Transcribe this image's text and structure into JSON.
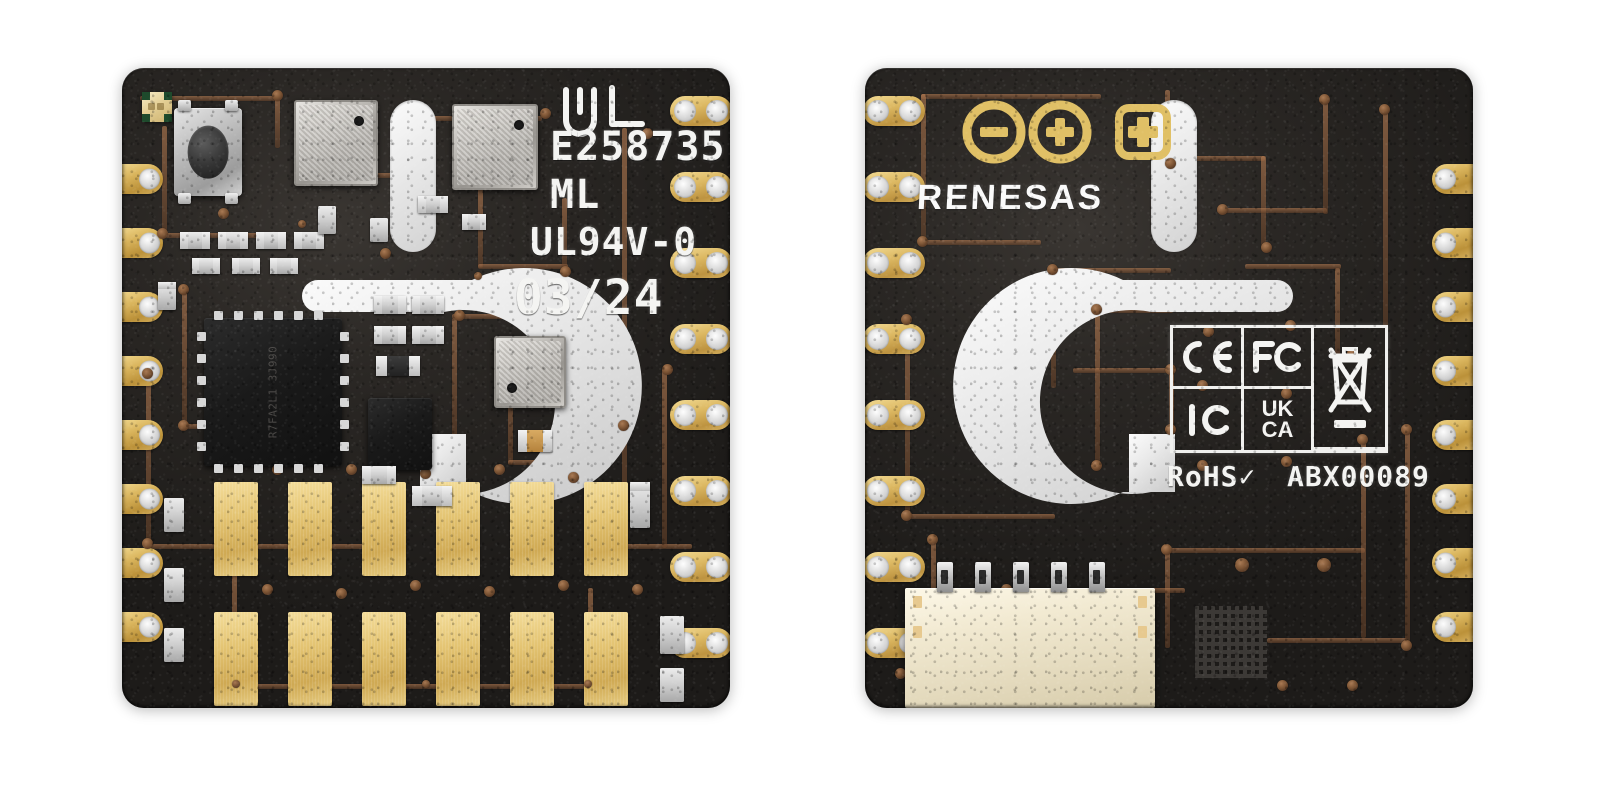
{
  "scene": {
    "description": "Product photograph of a small square Arduino sensor module PCB shown front and back on white background",
    "background_color": "#ffffff",
    "board_color": "#252220",
    "gold_pad_color": "#ddb863",
    "silkscreen_color": "#f4f4f2"
  },
  "front_board": {
    "label": "front-side",
    "silkscreen": {
      "ul_logo": "ⓊⓊ",
      "ul_file_number": "E258735",
      "ul_material": "ML",
      "ul_flammability": "UL94V-0",
      "date_code": "03/24"
    },
    "components": [
      {
        "name": "tactile-pushbutton",
        "type": "switch"
      },
      {
        "name": "rgb-led",
        "type": "led"
      },
      {
        "name": "mems-sensor-a",
        "type": "sensor-can"
      },
      {
        "name": "mems-sensor-b",
        "type": "sensor-can"
      },
      {
        "name": "mems-sensor-c",
        "type": "sensor-can"
      },
      {
        "name": "microcontroller-qfn",
        "type": "qfn-ic",
        "marking": "R7FA2L1 3J990"
      }
    ],
    "pads": {
      "bottom_rows": 2,
      "pads_per_row": 6
    },
    "edge_connectors": {
      "left_castellations": 8,
      "right_oblong_pads": 8
    }
  },
  "back_board": {
    "label": "back-side",
    "silkscreen": {
      "brand": "RENESAS",
      "rohs": "RoHS✓",
      "part_number": "ABX00089"
    },
    "logo": {
      "name": "arduino-infinity-logo",
      "minus": "−",
      "plus": "+",
      "color": "#e0c066"
    },
    "certifications": [
      {
        "id": "ce",
        "label": "CE"
      },
      {
        "id": "fcc",
        "label": "FC"
      },
      {
        "id": "weee",
        "label": "WEEE"
      },
      {
        "id": "ic",
        "label": "IC"
      },
      {
        "id": "ukca",
        "label": "UK\nCA"
      }
    ],
    "cert_labels": {
      "ce": "CE",
      "fcc": "FC",
      "ic": "IC",
      "ukca_line1": "UK",
      "ukca_line2": "CA"
    },
    "connector": {
      "name": "jst-connector",
      "pins": 5,
      "color": "#f2ead2"
    },
    "datamatrix": {
      "name": "datamatrix-code"
    },
    "edge_connectors": {
      "left_oblong_pads": 8,
      "right_castellations": 8
    }
  }
}
